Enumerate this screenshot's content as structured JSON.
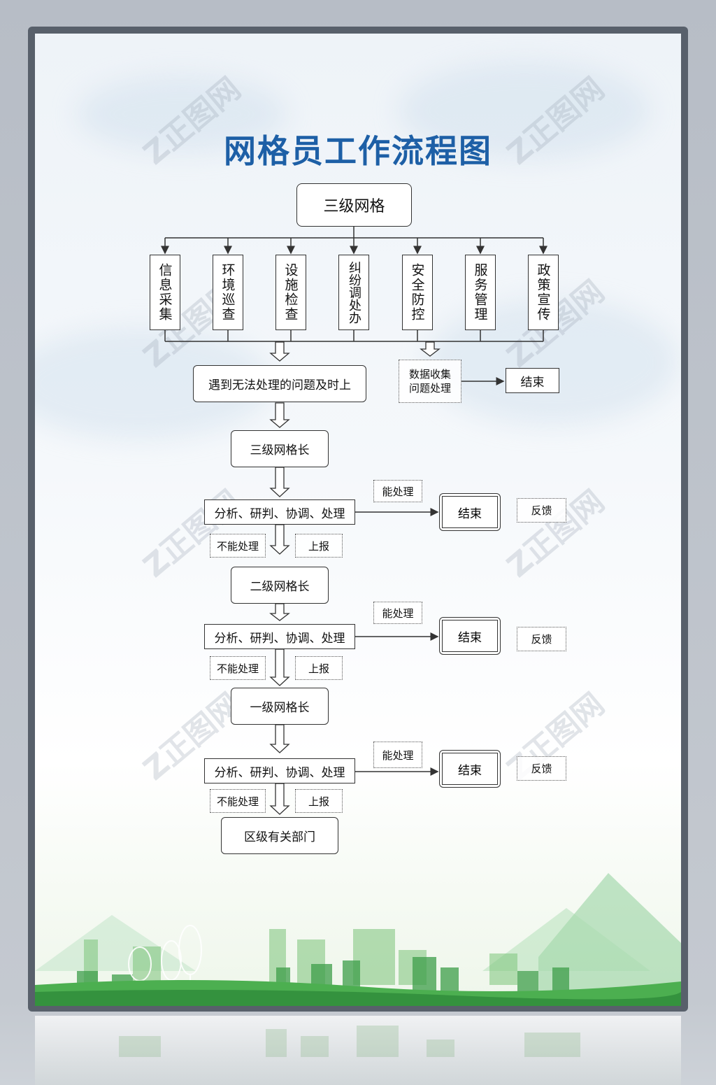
{
  "title": "网格员工作流程图",
  "watermark": "Z正图网",
  "top_node": "三级网格",
  "branches": [
    "信息采集",
    "环境巡查",
    "设施检查",
    "纠纷调处办",
    "安全防控",
    "服务管理",
    "政策宣传"
  ],
  "report_box": "遇到无法处理的问题及时上",
  "data_box": "数据收集\n问题处理",
  "end_label": "结束",
  "levels": [
    {
      "leader": "三级网格长",
      "analyze": "分析、研判、协调、处理",
      "can_handle": "能处理",
      "cannot_handle": "不能处理",
      "report": "上报",
      "end": "结束",
      "feedback": "反馈"
    },
    {
      "leader": "二级网格长",
      "analyze": "分析、研判、协调、处理",
      "can_handle": "能处理",
      "cannot_handle": "不能处理",
      "report": "上报",
      "end": "结束",
      "feedback": "反馈"
    },
    {
      "leader": "一级网格长",
      "analyze": "分析、研判、协调、处理",
      "can_handle": "能处理",
      "cannot_handle": "不能处理",
      "report": "上报",
      "end": "结束",
      "feedback": "反馈"
    }
  ],
  "final_node": "区级有关部门",
  "colors": {
    "title": "#1d5fa6",
    "line": "#333333",
    "city_green": "#4caf50"
  }
}
